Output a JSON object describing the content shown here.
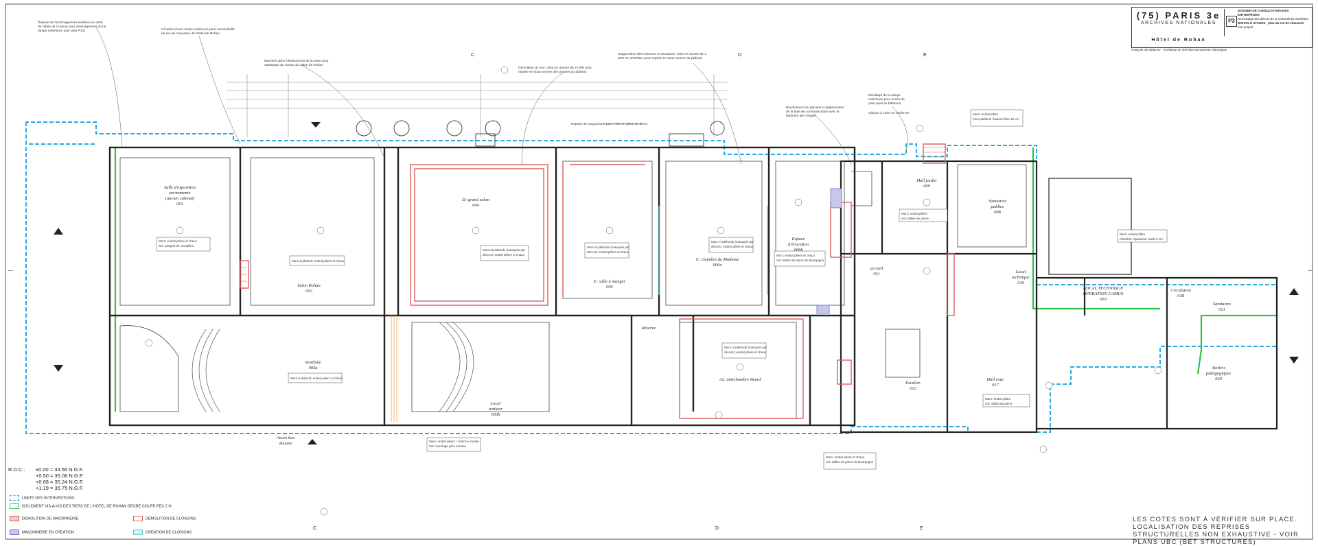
{
  "cartouche": {
    "title": "(75) PARIS 3e",
    "subtitle": "ARCHIVES NATIONALES",
    "hotel": "Hôtel de Rohan",
    "code": "P3",
    "dossier": "DOSSIER DE CONSULTATION DES ENTREPRISES",
    "line2": "Remontage des décors de la chancellerie d'Orléans",
    "line3": "ROHAN & STAGES - plan du rez-de-chaussée",
    "line4": "état projeté",
    "author": "François JEANNEAU - Architecte en chef des Monuments Historiques"
  },
  "rooms": [
    {
      "name": "Salle d'exposition permanente (ancien cabinet)",
      "code": "001"
    },
    {
      "name": "Salon Rohan",
      "code": "002"
    },
    {
      "name": "Vestibule",
      "code": "003a"
    },
    {
      "name": "D: grand salon",
      "code": "004"
    },
    {
      "name": "E: salle à manger",
      "code": "005"
    },
    {
      "name": "C: chambre de Madame",
      "code": "006a"
    },
    {
      "name": "Espace d'évocation",
      "code": "006b"
    },
    {
      "name": "A2: antichambre Beard",
      "code": ""
    },
    {
      "name": "Local traiteur",
      "code": "003b"
    },
    {
      "name": "Accès bas douane",
      "code": ""
    },
    {
      "name": "Hall jardin",
      "code": "009"
    },
    {
      "name": "Sanitaires publics",
      "code": "008"
    },
    {
      "name": "accueil",
      "code": "011"
    },
    {
      "name": "Local technique",
      "code": "010"
    },
    {
      "name": "Escalier",
      "code": "012"
    },
    {
      "name": "Hall cour",
      "code": "017"
    },
    {
      "name": "LOCAL TECHNIQUE OPÉRATION CAMUS",
      "code": "019"
    },
    {
      "name": "Circulation",
      "code": "018"
    },
    {
      "name": "Sanitaires",
      "code": "021"
    },
    {
      "name": "Ateliers pédagogiques",
      "code": "020"
    },
    {
      "name": "Réserve",
      "code": ""
    }
  ],
  "notes": {
    "n1": "Dépose de l'aménagement extérieur au droit de l'allée de Cuenne pour aménagement d'une rampe extérieure (voir plan P13)",
    "n2": "Création d'une rampe extérieure pour accessibilité du rez-de-chaussée de l'hôtel de Rohan",
    "n3": "Marches dans l'ébrasement de la porte pour rattrapage du niveau du salon de Rohan",
    "n4": "Démolition du mur, mise en oeuvre de 2 UPE pour reprise en sous-oeuvre des poutres du plafond",
    "n5": "Suppression des colonnes et arcatures, mise en oeuvre de 2 UPE et UPE/HEA pour reprise en sous-oeuvre du plafond",
    "n6": "Reprise de maçonnerie pour mise en place du décor",
    "n7": "Bouchement du placard et déplacement de la baie de communication avec le bâtiment des Stages",
    "n8": "Décalage de la rampe extérieure pour accès de plain-pied au bâtiment",
    "n9": "Cloison à créer ou renforcer"
  },
  "levels": {
    "label": "R.D.C.:",
    "rows": [
      {
        "k": "±0.00 =",
        "v": "34.56 N.G.F."
      },
      {
        "k": "+0.50 =",
        "v": "35.06 N.G.F."
      },
      {
        "k": "+0.68 =",
        "v": "35.24 N.G.F."
      },
      {
        "k": "+1.19 =",
        "v": "35.75 N.G.F."
      }
    ]
  },
  "legend": {
    "l1": "LIMITE DES INTERVENTIONS",
    "l2": "ISOLEMENT VIS-À-VIS DES TIERS DE L'HÔTEL DE ROHAN DEGRÉ COUPE-FEU 2 H.",
    "l3": "DÉMOLITION DE MAÇONNERIE",
    "l4": "DÉMOLITION DE CLOISONS",
    "l5": "MAÇONNERIE EN CRÉATION",
    "l6": "CRÉATION DE CLOISONS"
  },
  "footer": "LES COTES SONT À VÉRIFIER SUR PLACE. LOCALISATION DES REPRISES STRUCTURELLES NON EXHAUSTIVE - VOIR PLANS UBC (BET STRUCTURES)",
  "colors": {
    "limit": "#29a8e0",
    "fire": "#2ec24a",
    "demolition": "#e05a5a",
    "creation": "#6a6ad0",
    "partition": "#5fc7c7"
  }
}
